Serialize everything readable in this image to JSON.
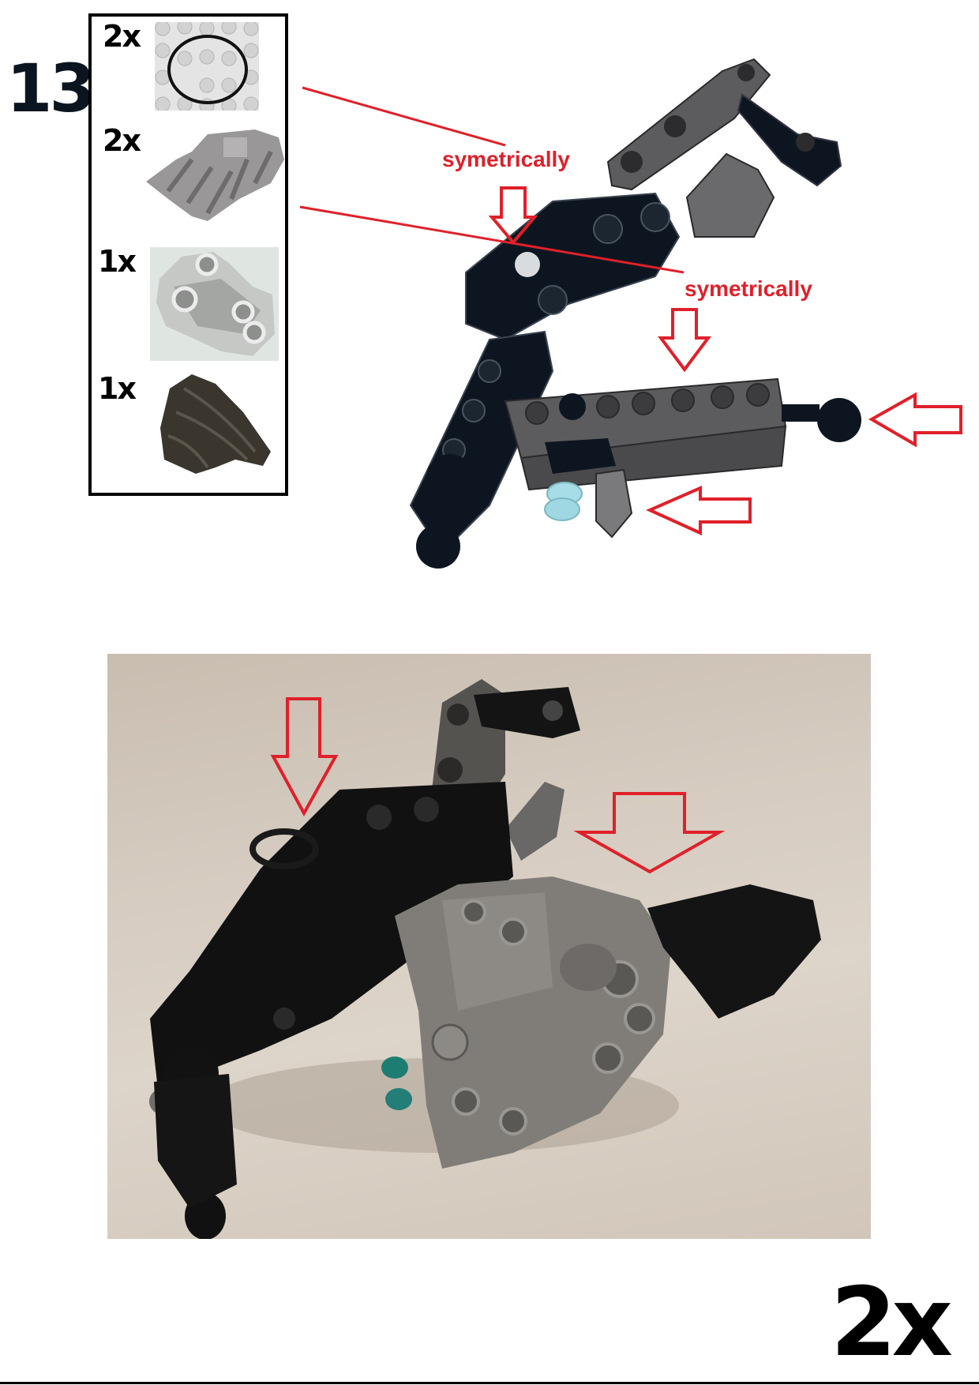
{
  "step": {
    "number": "13",
    "repeat_count": "2x"
  },
  "parts_list": {
    "items": [
      {
        "qty": "2x",
        "part": "rubber-band-ring",
        "color": "black"
      },
      {
        "qty": "2x",
        "part": "gear-armor-piece",
        "color": "light-gray"
      },
      {
        "qty": "1x",
        "part": "technic-hub-frame",
        "color": "silver"
      },
      {
        "qty": "1x",
        "part": "curved-armor-shell",
        "color": "black"
      }
    ]
  },
  "annotations": {
    "label_1": "symetrically",
    "label_2": "symetrically",
    "accent_color": "#e0202a"
  },
  "images": {
    "render": "cad-render-of-assembly",
    "photo": "photo-of-built-assembly"
  },
  "colors": {
    "annotation_red": "#e0202a",
    "part_black": "#0d1620",
    "part_gray": "#5a5a5c",
    "photo_background": "#d6ccc1"
  }
}
